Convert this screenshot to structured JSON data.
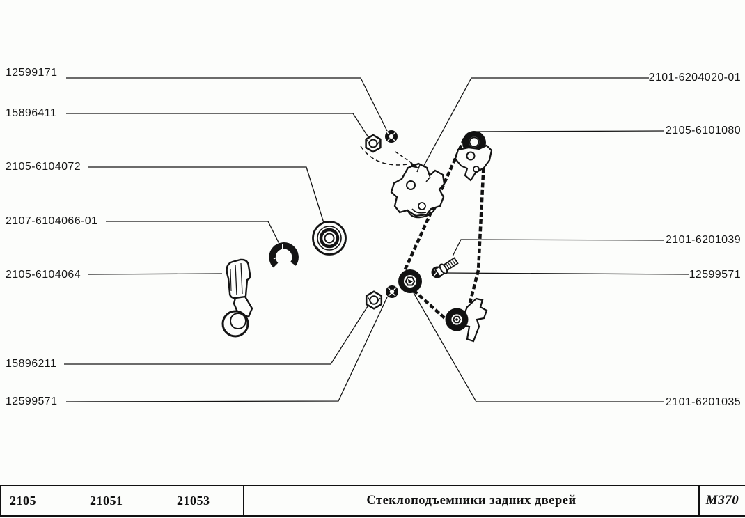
{
  "callouts": {
    "left": [
      "12599171",
      "15896411",
      "2105-6104072",
      "2107-6104066-01",
      "2105-6104064",
      "15896211",
      "12599571"
    ],
    "right": [
      "2101-6204020-01",
      "2105-6101080",
      "2101-6201039",
      "12599571",
      "2101-6201035"
    ]
  },
  "footer": {
    "models": [
      "2105",
      "21051",
      "21053"
    ],
    "title": "Стеклоподъемники задних дверей",
    "sheet_code": "М370"
  },
  "colors": {
    "ink": "#141414",
    "background": "#fcfdfb"
  }
}
